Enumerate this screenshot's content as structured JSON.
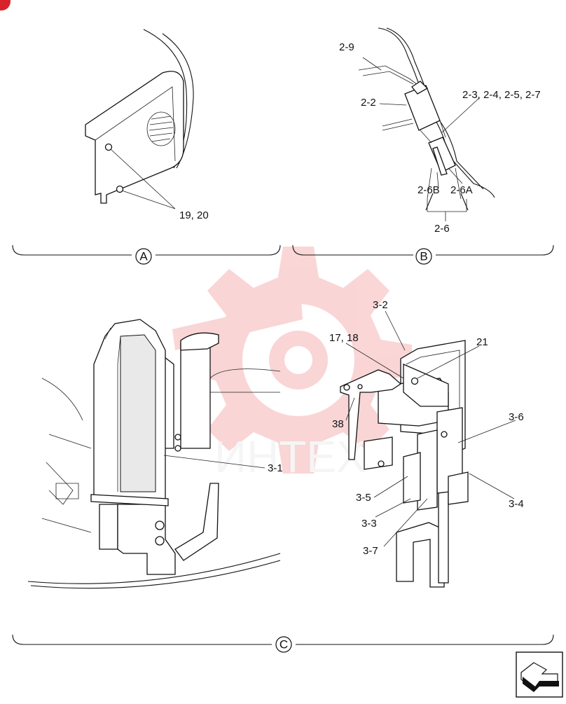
{
  "watermark": {
    "text": "ИНТЕХ",
    "color": "#e8434a"
  },
  "corner_badge": {
    "color": "#d8232a"
  },
  "sections": {
    "a": {
      "label": "A",
      "callouts": [
        "19, 20"
      ]
    },
    "b": {
      "label": "B",
      "callouts": [
        "2-9",
        "2-2",
        "2-3, 2-4, 2-5, 2-7",
        "2-6B",
        "2-6A",
        "2-6"
      ]
    },
    "c": {
      "label": "C",
      "callouts": [
        "3-1",
        "3-2",
        "17, 18",
        "21",
        "38",
        "3-6",
        "3-5",
        "3-4",
        "3-3",
        "3-7"
      ]
    }
  },
  "nav_icon": {
    "name": "next-page-arrow-icon"
  }
}
